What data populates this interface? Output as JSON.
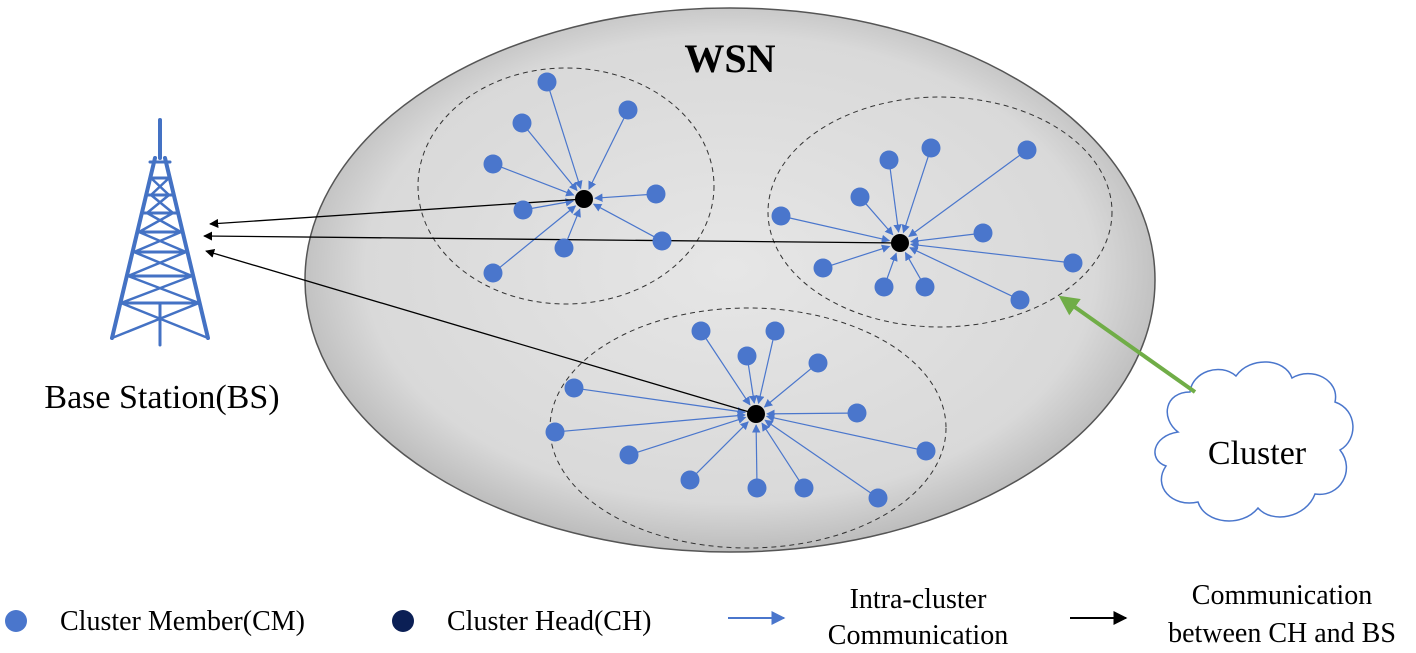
{
  "diagram": {
    "wsn_label": "WSN",
    "base_station_label": "Base Station(BS)",
    "cluster_label": "Cluster",
    "colors": {
      "member": "#4a76cc",
      "head": "#000000",
      "intra_link": "#4a76cc",
      "bs_link": "#000000",
      "cluster_pointer": "#70ad47",
      "tower": "#4472c4",
      "wsn_fill": "#d9d9d9"
    }
  },
  "legend": {
    "member_label": "Cluster Member(CM)",
    "member_icon": "circle-blue",
    "head_label": "Cluster Head(CH)",
    "head_icon": "circle-navy",
    "intra_label_line1": "Intra-cluster",
    "intra_label_line2": "Communication",
    "intra_icon": "arrow-blue",
    "bs_label_line1": "Communication",
    "bs_label_line2": "between CH and BS",
    "bs_icon": "arrow-black"
  }
}
